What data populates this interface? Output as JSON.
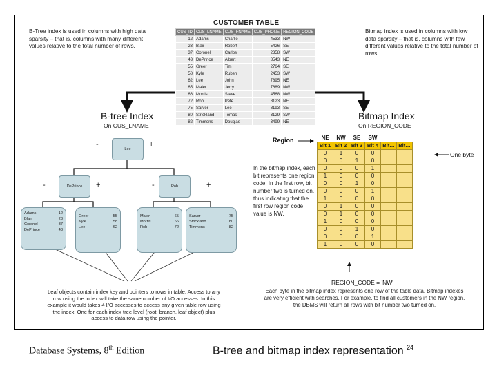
{
  "customer_table": {
    "title": "CUSTOMER TABLE",
    "columns": [
      "CUS_ID",
      "CUS_LNAME",
      "CUS_FNAME",
      "CUS_PHONE",
      "REGION_CODE"
    ],
    "rows": [
      [
        "12",
        "Adams",
        "Charlie",
        "4533",
        "NW"
      ],
      [
        "23",
        "Blair",
        "Robert",
        "5426",
        "SE"
      ],
      [
        "37",
        "Coronel",
        "Carlos",
        "2358",
        "SW"
      ],
      [
        "43",
        "DePrince",
        "Albert",
        "8543",
        "NE"
      ],
      [
        "55",
        "Greer",
        "Tim",
        "2764",
        "SE"
      ],
      [
        "58",
        "Kyle",
        "Ruben",
        "2453",
        "SW"
      ],
      [
        "62",
        "Lee",
        "John",
        "7895",
        "NE"
      ],
      [
        "65",
        "Maier",
        "Jerry",
        "7689",
        "NW"
      ],
      [
        "66",
        "Morris",
        "Steve",
        "4568",
        "NW"
      ],
      [
        "72",
        "Rob",
        "Pete",
        "8123",
        "NE"
      ],
      [
        "75",
        "Sarver",
        "Lee",
        "8193",
        "SE"
      ],
      [
        "80",
        "Strickland",
        "Tomas",
        "3129",
        "SW"
      ],
      [
        "82",
        "Timmons",
        "Douglas",
        "3499",
        "NE"
      ]
    ]
  },
  "notes": {
    "btree_note": "B-Tree index is used in columns with high data sparsity – that is, columns with many different values relative to the total number of rows.",
    "bitmap_note": "Bitmap index is used in columns with low data sparsity – that is, columns with few different values relative to the total number of rows.",
    "bitmap_explain": "In the bitmap index, each bit represents one region code. In the first row, bit number two is turned on, thus indicating that the first row region code value is NW.",
    "leaf_note": "Leaf objects contain index key and pointers to rows in table. Access to any row using the index will take the same number of I/O accesses. In this example it would takes 4 I/O accesses to access any given table row using the index. One for each index tree level (root, branch, leaf object) plus access to data row using the pointer.",
    "bitmap_bottom_note": "Each byte in the bitmap index represents one row of the table data. Bitmap indexes are very efficient with searches. For example, to find all customers in the NW region, the DBMS will return all rows with bit number two turned on."
  },
  "btree": {
    "heading": "B-tree Index",
    "subheading": "On CUS_LNAME",
    "root": "Lee",
    "branch_left": "DePrince",
    "branch_right": "Rob",
    "minus": "-",
    "plus": "+",
    "leaves": [
      [
        [
          "Adams",
          "12"
        ],
        [
          "Blair",
          "23"
        ],
        [
          "Coronel",
          "37"
        ],
        [
          "DePrince",
          "43"
        ]
      ],
      [
        [
          "Greer",
          "55"
        ],
        [
          "Kyle",
          "58"
        ],
        [
          "Lee",
          "62"
        ]
      ],
      [
        [
          "Maier",
          "65"
        ],
        [
          "Morris",
          "66"
        ],
        [
          "Rob",
          "72"
        ]
      ],
      [
        [
          "Sarver",
          "75"
        ],
        [
          "Strickland",
          "80"
        ],
        [
          "Timmons",
          "82"
        ]
      ]
    ]
  },
  "bitmap": {
    "heading": "Bitmap Index",
    "subheading": "On REGION_CODE",
    "region_label": "Region",
    "region_headers": [
      "NE",
      "NW",
      "SE",
      "SW",
      "",
      ""
    ],
    "bit_headers": [
      "Bit 1",
      "Bit 2",
      "Bit 3",
      "Bit 4",
      "Bit…",
      "Bit…"
    ],
    "rows": [
      [
        "0",
        "1",
        "0",
        "0",
        "",
        ""
      ],
      [
        "0",
        "0",
        "1",
        "0",
        "",
        ""
      ],
      [
        "0",
        "0",
        "0",
        "1",
        "",
        ""
      ],
      [
        "1",
        "0",
        "0",
        "0",
        "",
        ""
      ],
      [
        "0",
        "0",
        "1",
        "0",
        "",
        ""
      ],
      [
        "0",
        "0",
        "0",
        "1",
        "",
        ""
      ],
      [
        "1",
        "0",
        "0",
        "0",
        "",
        ""
      ],
      [
        "0",
        "1",
        "0",
        "0",
        "",
        ""
      ],
      [
        "0",
        "1",
        "0",
        "0",
        "",
        ""
      ],
      [
        "1",
        "0",
        "0",
        "0",
        "",
        ""
      ],
      [
        "0",
        "0",
        "1",
        "0",
        "",
        ""
      ],
      [
        "0",
        "0",
        "0",
        "1",
        "",
        ""
      ],
      [
        "1",
        "0",
        "0",
        "0",
        "",
        ""
      ]
    ],
    "one_byte_label": "One byte",
    "region_query": "REGION_CODE = 'NW'"
  },
  "footer": {
    "book_prefix": "Database Systems, 8",
    "book_sup": "th",
    "book_suffix": " Edition",
    "slide_title": "B-tree and bitmap index representation",
    "page_number": "24"
  }
}
